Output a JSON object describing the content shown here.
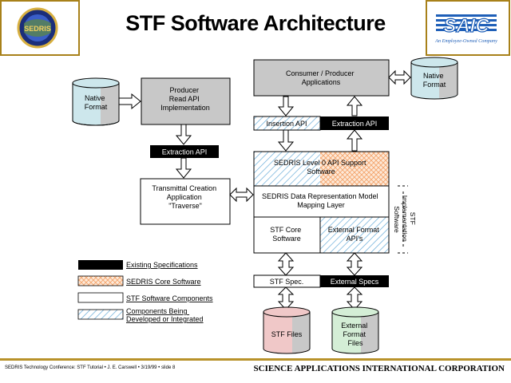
{
  "header": {
    "title": "STF Software Architecture",
    "seal_text": "SEDRIS",
    "company_mark": "SAIC",
    "company_tagline": "An Employee-Owned Company"
  },
  "diagram": {
    "native_format_left": [
      "Native",
      "Format"
    ],
    "producer_read_api": [
      "Producer",
      "Read API",
      "Implementation"
    ],
    "extraction_api_left": "Extraction API",
    "transmittal": [
      "Transmittal Creation",
      "Application",
      "",
      "\"Traverse\""
    ],
    "consumer_producer": [
      "Consumer / Producer",
      "Applications"
    ],
    "native_format_right": [
      "Native",
      "Format"
    ],
    "insertion_api": "Insertion API",
    "extraction_api_right": "Extraction API",
    "sedris_level0": [
      "SEDRIS Level 0 API Support",
      "Software"
    ],
    "sedris_drm": [
      "SEDRIS Data Representation Model",
      "Mapping Layer"
    ],
    "stf_core": [
      "STF Core",
      "Software"
    ],
    "external_format_apis": [
      "External Format",
      "API's"
    ],
    "stf_impl_label": [
      "STF",
      "Implementation",
      "Software"
    ],
    "stf_spec": "STF Spec.",
    "external_specs": "External Specs",
    "stf_files": [
      "STF Files"
    ],
    "external_format_files": [
      "External",
      "Format",
      "Files"
    ]
  },
  "legend": [
    {
      "label": [
        "Existing Specifications"
      ],
      "style": "black"
    },
    {
      "label": [
        "SEDRIS Core Software"
      ],
      "style": "crosshatch"
    },
    {
      "label": [
        "STF Software Components"
      ],
      "style": "white"
    },
    {
      "label": [
        "Components Being",
        "Developed or Integrated"
      ],
      "style": "diagonal"
    }
  ],
  "footer": {
    "left": "SEDRIS Technology Conference: STF Tutorial • J. E. Carswell • 3/19/99 • slide 8",
    "right": "SCIENCE APPLICATIONS INTERNATIONAL CORPORATION"
  },
  "colors": {
    "gold": "#b8922a",
    "gray_box": "#c8c8c8",
    "cylinder_blue": "#cde7ec",
    "cylinder_pink": "#f0c8c8",
    "cylinder_green": "#d4eed6",
    "hatch_blue": "#5fa7d6",
    "hatch_orange": "#f4a46c",
    "saic_blue": "#1f5fb8"
  }
}
